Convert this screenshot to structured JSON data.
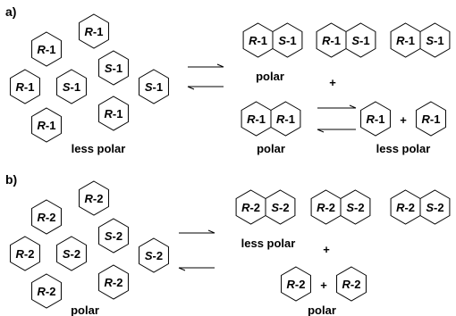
{
  "panels": [
    {
      "label": "a)",
      "left_group": {
        "items": [
          {
            "letter": "R",
            "num": "-1"
          },
          {
            "letter": "R",
            "num": "-1"
          },
          {
            "letter": "R",
            "num": "-1"
          },
          {
            "letter": "S",
            "num": "-1"
          },
          {
            "letter": "S",
            "num": "-1"
          },
          {
            "letter": "S",
            "num": "-1"
          },
          {
            "letter": "R",
            "num": "-1"
          },
          {
            "letter": "R",
            "num": "-1"
          }
        ],
        "caption": "less polar"
      },
      "right_top": {
        "pairs": [
          [
            {
              "letter": "R",
              "num": "-1"
            },
            {
              "letter": "S",
              "num": "-1"
            }
          ],
          [
            {
              "letter": "R",
              "num": "-1"
            },
            {
              "letter": "S",
              "num": "-1"
            }
          ],
          [
            {
              "letter": "R",
              "num": "-1"
            },
            {
              "letter": "S",
              "num": "-1"
            }
          ]
        ],
        "caption": "polar"
      },
      "plus": "+",
      "right_bottom": {
        "pair": [
          {
            "letter": "R",
            "num": "-1"
          },
          {
            "letter": "R",
            "num": "-1"
          }
        ],
        "caption": "polar",
        "singles": [
          {
            "letter": "R",
            "num": "-1"
          },
          {
            "letter": "R",
            "num": "-1"
          }
        ],
        "single_plus": "+",
        "singles_caption": "less polar"
      }
    },
    {
      "label": "b)",
      "left_group": {
        "items": [
          {
            "letter": "R",
            "num": "-2"
          },
          {
            "letter": "R",
            "num": "-2"
          },
          {
            "letter": "R",
            "num": "-2"
          },
          {
            "letter": "S",
            "num": "-2"
          },
          {
            "letter": "S",
            "num": "-2"
          },
          {
            "letter": "S",
            "num": "-2"
          },
          {
            "letter": "R",
            "num": "-2"
          },
          {
            "letter": "R",
            "num": "-2"
          }
        ],
        "caption": "polar"
      },
      "right_top": {
        "pairs": [
          [
            {
              "letter": "R",
              "num": "-2"
            },
            {
              "letter": "S",
              "num": "-2"
            }
          ],
          [
            {
              "letter": "R",
              "num": "-2"
            },
            {
              "letter": "S",
              "num": "-2"
            }
          ],
          [
            {
              "letter": "R",
              "num": "-2"
            },
            {
              "letter": "S",
              "num": "-2"
            }
          ]
        ],
        "caption": "less polar"
      },
      "plus": "+",
      "right_bottom": {
        "singles": [
          {
            "letter": "R",
            "num": "-2"
          },
          {
            "letter": "R",
            "num": "-2"
          }
        ],
        "single_plus": "+",
        "caption": "polar"
      }
    }
  ]
}
